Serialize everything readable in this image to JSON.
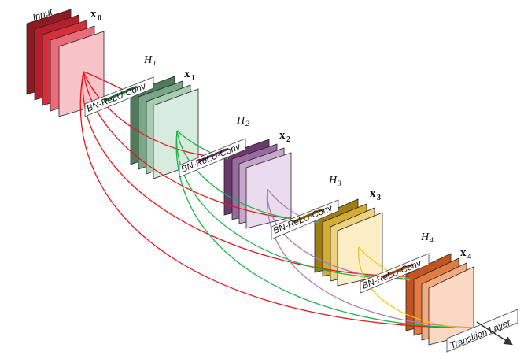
{
  "labels": {
    "input": "Input",
    "transition": "Transition Layer",
    "conv": "BN-ReLU-Conv",
    "x_prefix": "x",
    "h_prefix": "H"
  },
  "blocks": [
    {
      "x_sub": "0",
      "colors": [
        "#8e1a22",
        "#b51f2b",
        "#d62f3c",
        "#ea6c78",
        "#f7c3c8"
      ]
    },
    {
      "h_sub": "1",
      "x_sub": "1",
      "conv": "BN-ReLU-Conv",
      "colors": [
        "#4e7c5a",
        "#79a889",
        "#a9cdb3",
        "#d7ebde"
      ]
    },
    {
      "h_sub": "2",
      "x_sub": "2",
      "conv": "BN-ReLU-Conv",
      "colors": [
        "#6a3a6e",
        "#9a6ba0",
        "#c7a8cc",
        "#eadcee"
      ]
    },
    {
      "h_sub": "3",
      "x_sub": "3",
      "conv": "BN-ReLU-Conv",
      "colors": [
        "#a07d10",
        "#d3ac33",
        "#efd27e",
        "#fbeec7"
      ]
    },
    {
      "h_sub": "4",
      "x_sub": "4",
      "conv": "BN-ReLU-Conv",
      "colors": [
        "#c2541f",
        "#e27b42",
        "#f3ab80",
        "#fbd8c4"
      ]
    }
  ],
  "connection_colors": {
    "from_x0": "#e8161b",
    "from_x1": "#1db548",
    "from_x2": "#b07ab7",
    "from_x3": "#f2c210",
    "output": "#333333"
  }
}
